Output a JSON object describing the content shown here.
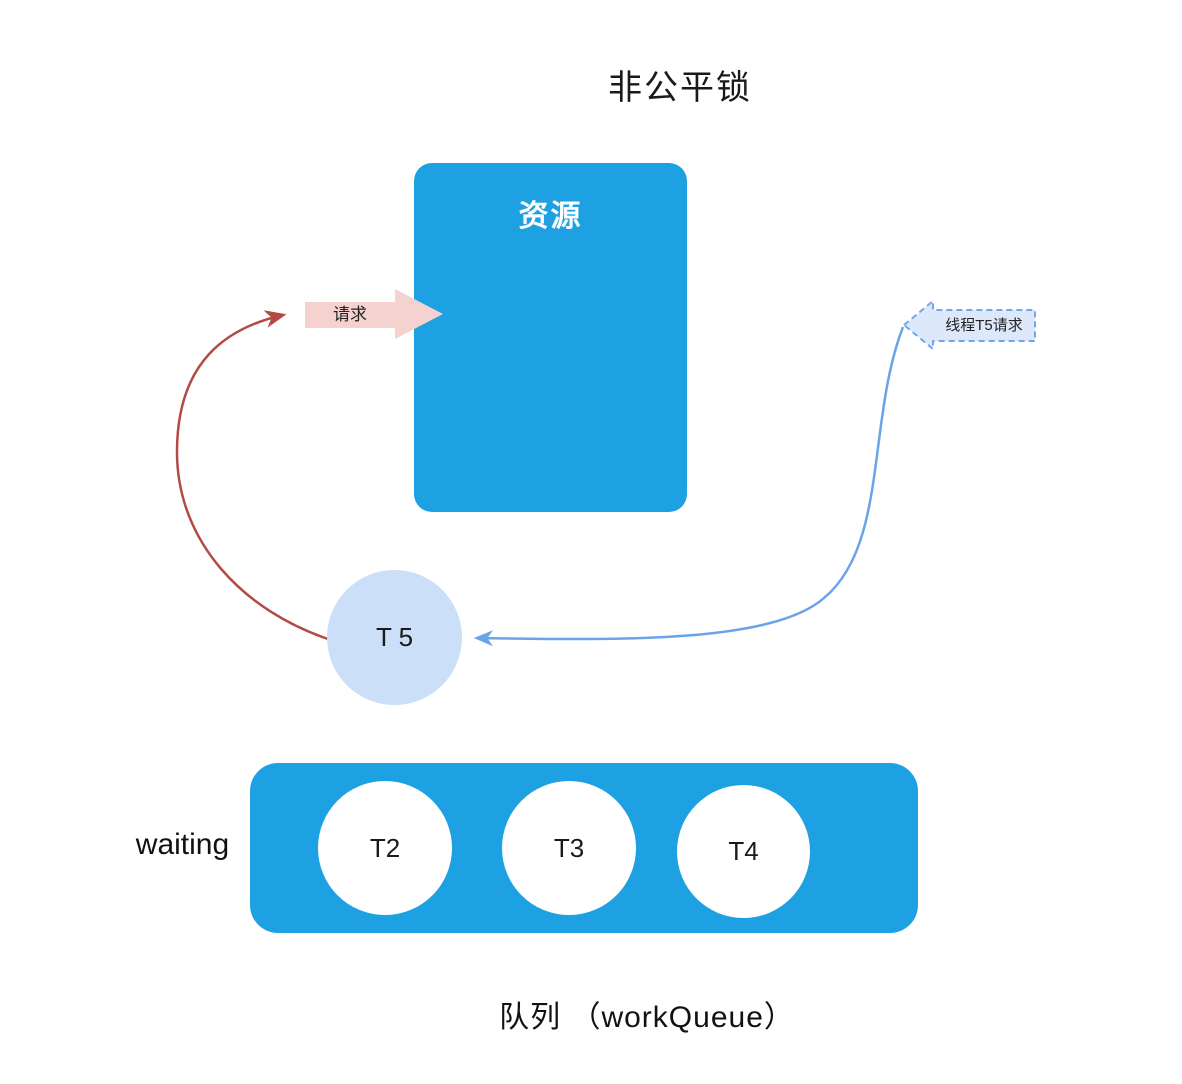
{
  "title": "非公平锁",
  "resource": {
    "label": "资源"
  },
  "request_arrow": {
    "label": "请求"
  },
  "t5_request_arrow": {
    "label": "线程T5请求"
  },
  "t5_node": {
    "label": "T 5"
  },
  "queue": {
    "waiting_label": "waiting",
    "items": [
      {
        "label": "T2"
      },
      {
        "label": "T3"
      },
      {
        "label": "T4"
      }
    ],
    "caption": "队列 （workQueue）"
  },
  "colors": {
    "primary_blue": "#1DA1E2",
    "pink_arrow_fill": "#F5D2CF",
    "red_curve": "#B44A46",
    "blue_curve": "#69A4E9",
    "dashed_arrow_fill": "#DDE9FB",
    "dashed_arrow_border": "#70A7E8",
    "t5_node_fill": "#CBDFF9"
  }
}
